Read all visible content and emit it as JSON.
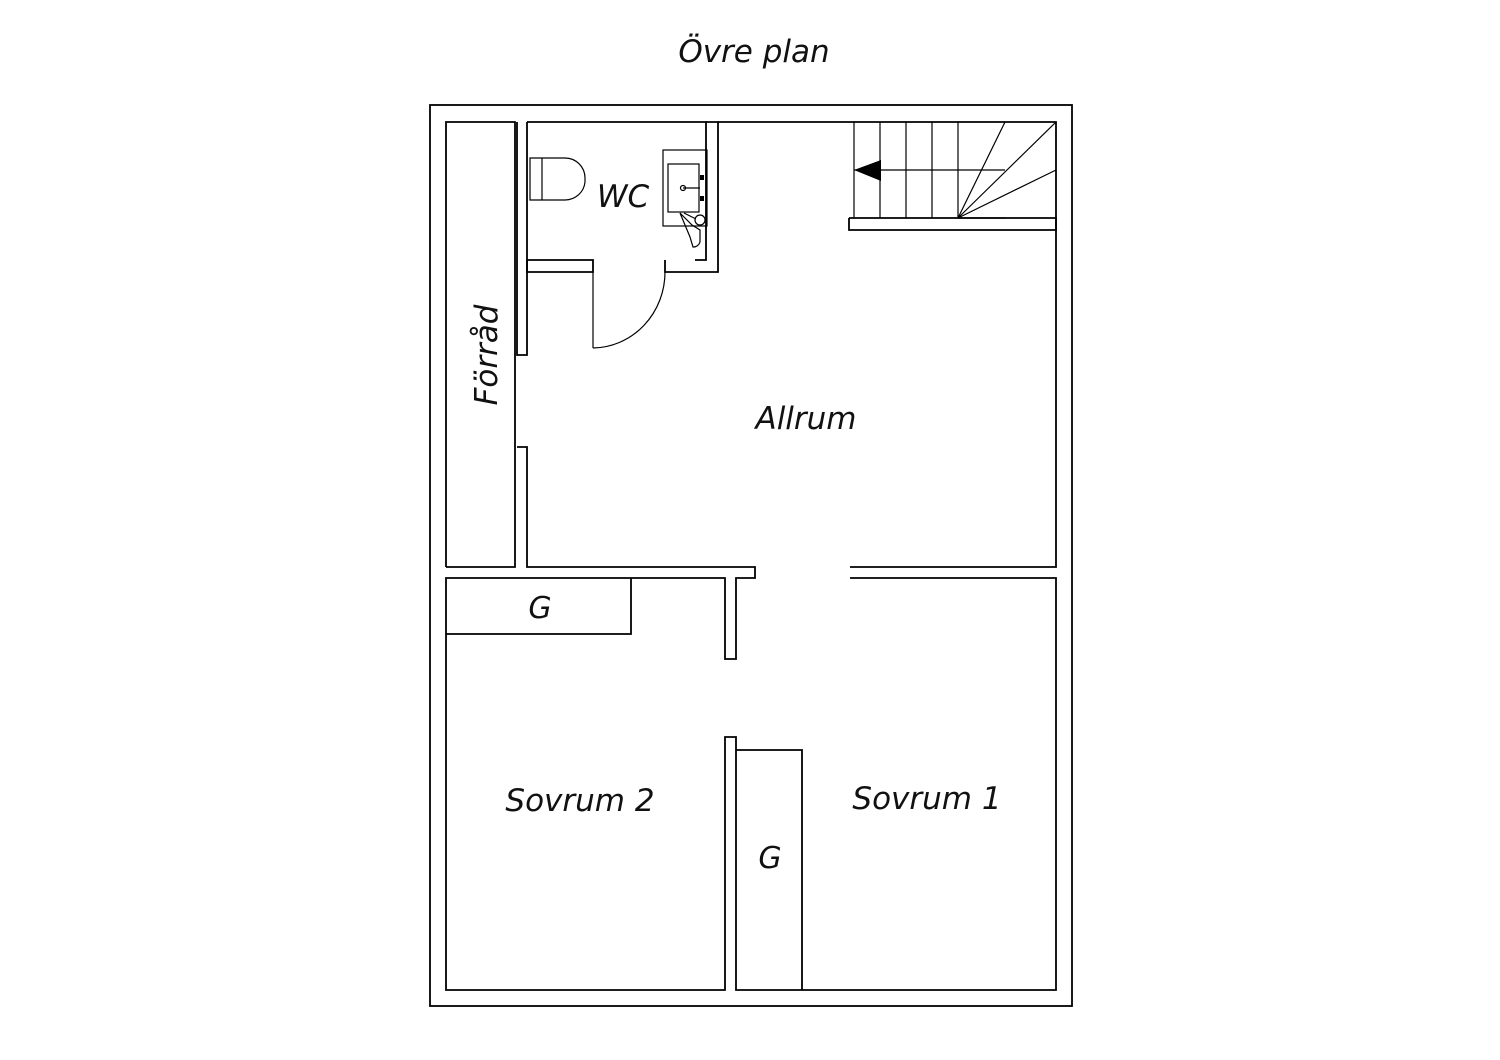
{
  "title": "Övre plan",
  "rooms": {
    "wc": "WC",
    "storage": "Förråd",
    "living": "Allrum",
    "closet_top": "G",
    "bedroom2": "Sovrum 2",
    "bedroom1": "Sovrum 1",
    "closet_bottom": "G"
  },
  "colors": {
    "line": "#000000",
    "background": "#ffffff"
  }
}
